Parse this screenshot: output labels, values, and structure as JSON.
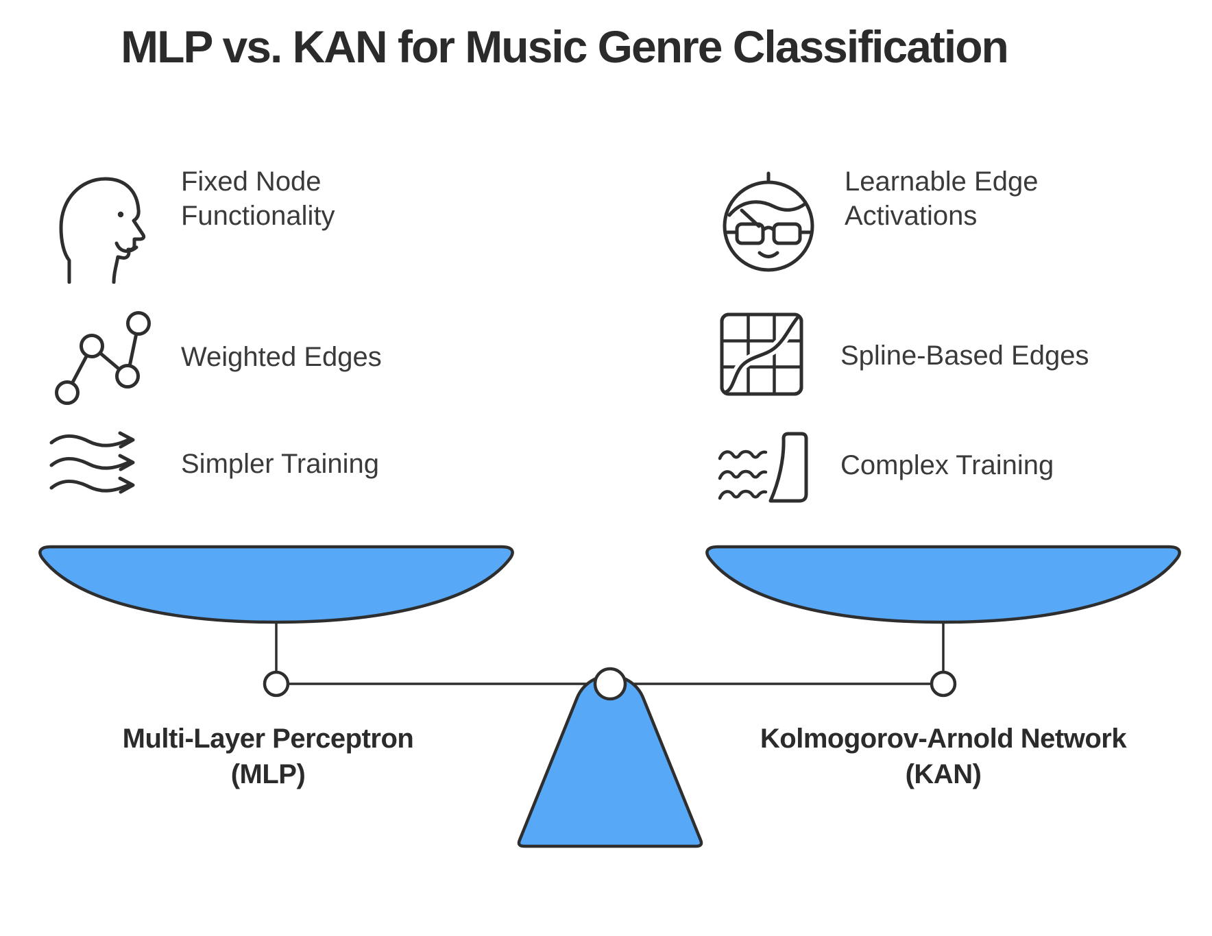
{
  "title": "MLP vs. KAN for Music Genre Classification",
  "left_column": {
    "items": [
      {
        "icon": "profile-head-icon",
        "label": "Fixed Node Functionality"
      },
      {
        "icon": "node-graph-icon",
        "label": "Weighted Edges"
      },
      {
        "icon": "flow-arrows-icon",
        "label": "Simpler Training"
      }
    ],
    "pan_label_line1": "Multi-Layer Perceptron",
    "pan_label_line2": "(MLP)"
  },
  "right_column": {
    "items": [
      {
        "icon": "beret-face-icon",
        "label": "Learnable Edge Activations"
      },
      {
        "icon": "spline-grid-icon",
        "label": "Spline-Based Edges"
      },
      {
        "icon": "waves-dam-icon",
        "label": "Complex Training"
      }
    ],
    "pan_label_line1": "Kolmogorov-Arnold Network",
    "pan_label_line2": "(KAN)"
  },
  "colors": {
    "pan_fill": "#57A9F8",
    "outline": "#2E2E2E",
    "item_text": "#3A3A3A",
    "heading_text": "#2B2B2B"
  }
}
